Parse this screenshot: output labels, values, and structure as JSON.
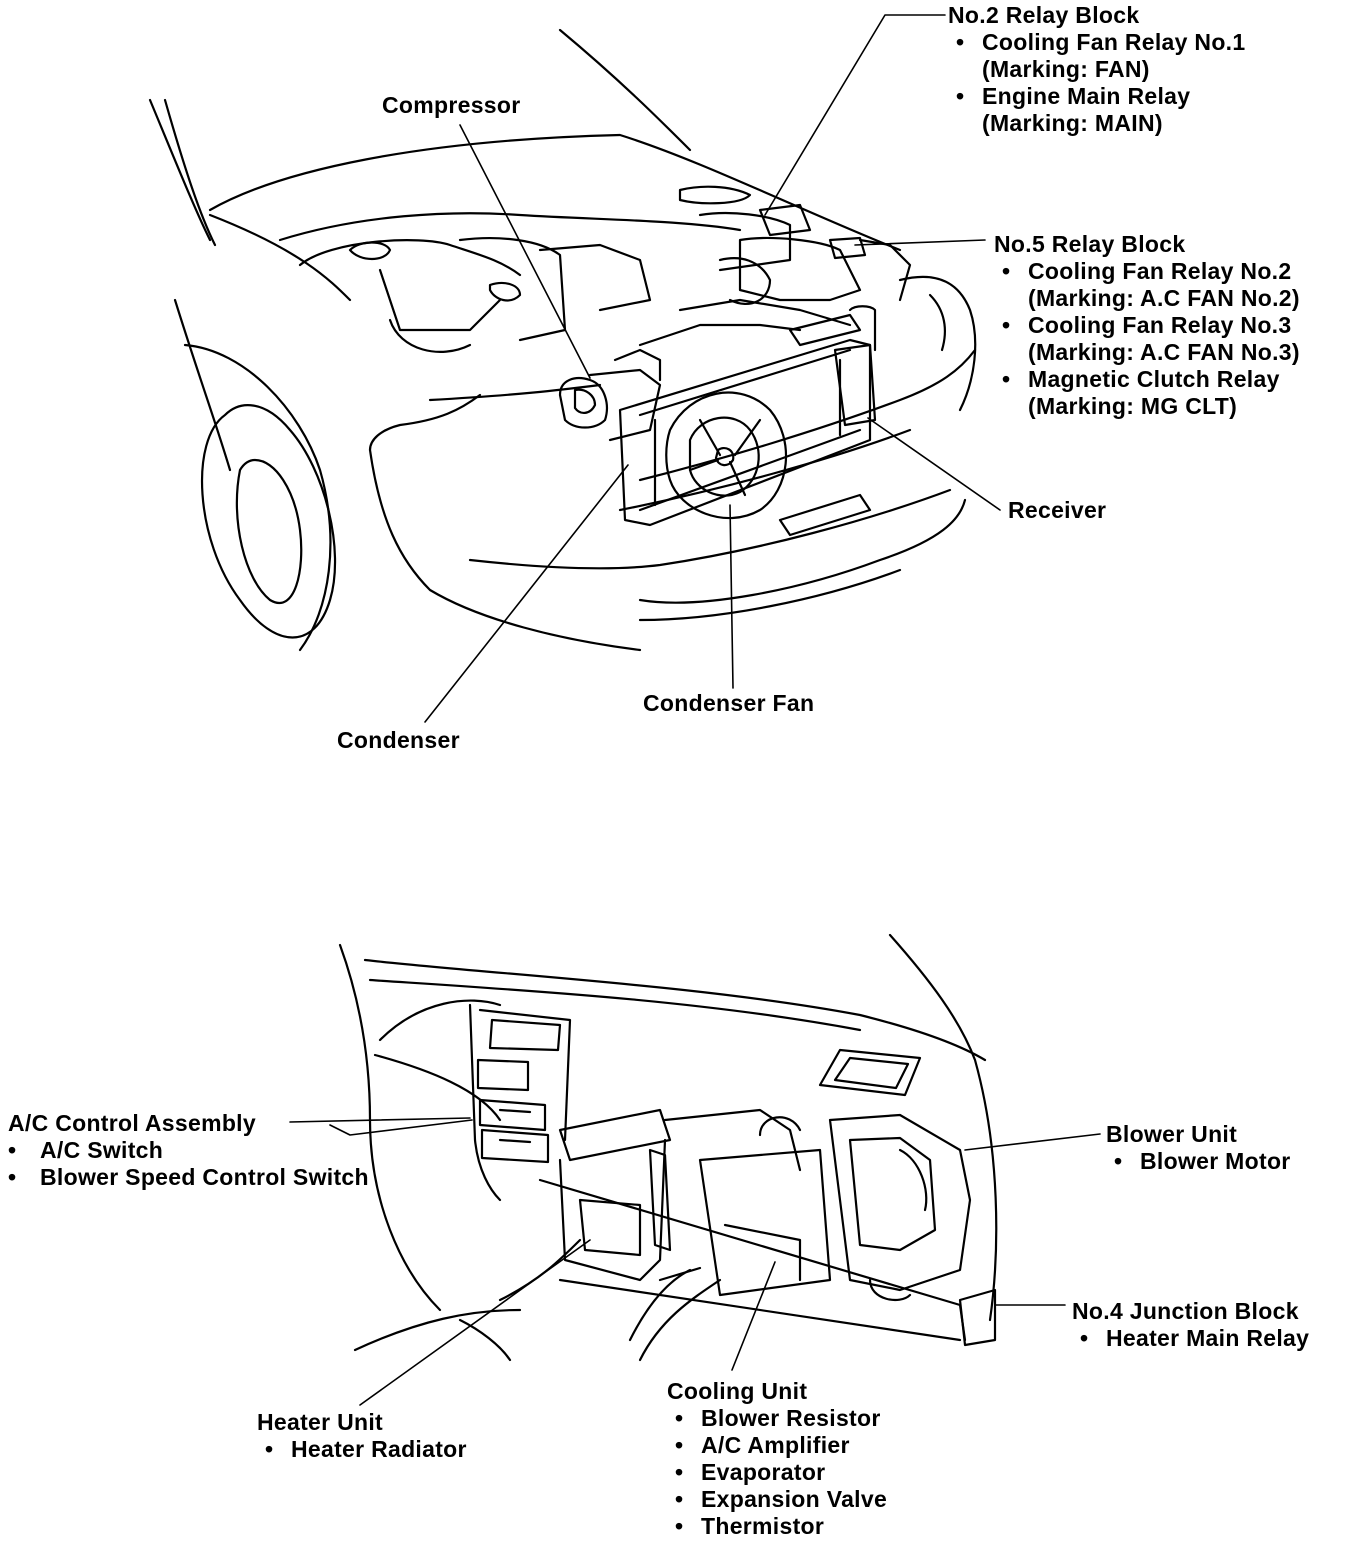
{
  "figure": {
    "engine_view": {
      "labels": {
        "no2_relay_block": {
          "title": "No.2 Relay Block",
          "items": [
            {
              "name": "Cooling Fan Relay No.1",
              "marking": "(Marking: FAN)"
            },
            {
              "name": "Engine Main Relay",
              "marking": "(Marking: MAIN)"
            }
          ]
        },
        "compressor": "Compressor",
        "no5_relay_block": {
          "title": "No.5 Relay Block",
          "items": [
            {
              "name": "Cooling Fan Relay No.2",
              "marking": "(Marking: A.C FAN No.2)"
            },
            {
              "name": "Cooling Fan Relay No.3",
              "marking": "(Marking: A.C FAN No.3)"
            },
            {
              "name": "Magnetic Clutch Relay",
              "marking": "(Marking: MG CLT)"
            }
          ]
        },
        "receiver": "Receiver",
        "condenser_fan": "Condenser Fan",
        "condenser": "Condenser"
      }
    },
    "dash_view": {
      "labels": {
        "ac_control_assembly": {
          "title": "A/C Control Assembly",
          "items": [
            "A/C Switch",
            "Blower Speed Control Switch"
          ]
        },
        "blower_unit": {
          "title": "Blower Unit",
          "items": [
            "Blower Motor"
          ]
        },
        "no4_junction_block": {
          "title": "No.4 Junction Block",
          "items": [
            "Heater Main Relay"
          ]
        },
        "heater_unit": {
          "title": "Heater Unit",
          "items": [
            "Heater Radiator"
          ]
        },
        "cooling_unit": {
          "title": "Cooling Unit",
          "items": [
            "Blower Resistor",
            "A/C Amplifier",
            "Evaporator",
            "Expansion Valve",
            "Thermistor"
          ]
        }
      }
    },
    "colors": {
      "ink": "#000000",
      "paper": "#ffffff"
    }
  }
}
